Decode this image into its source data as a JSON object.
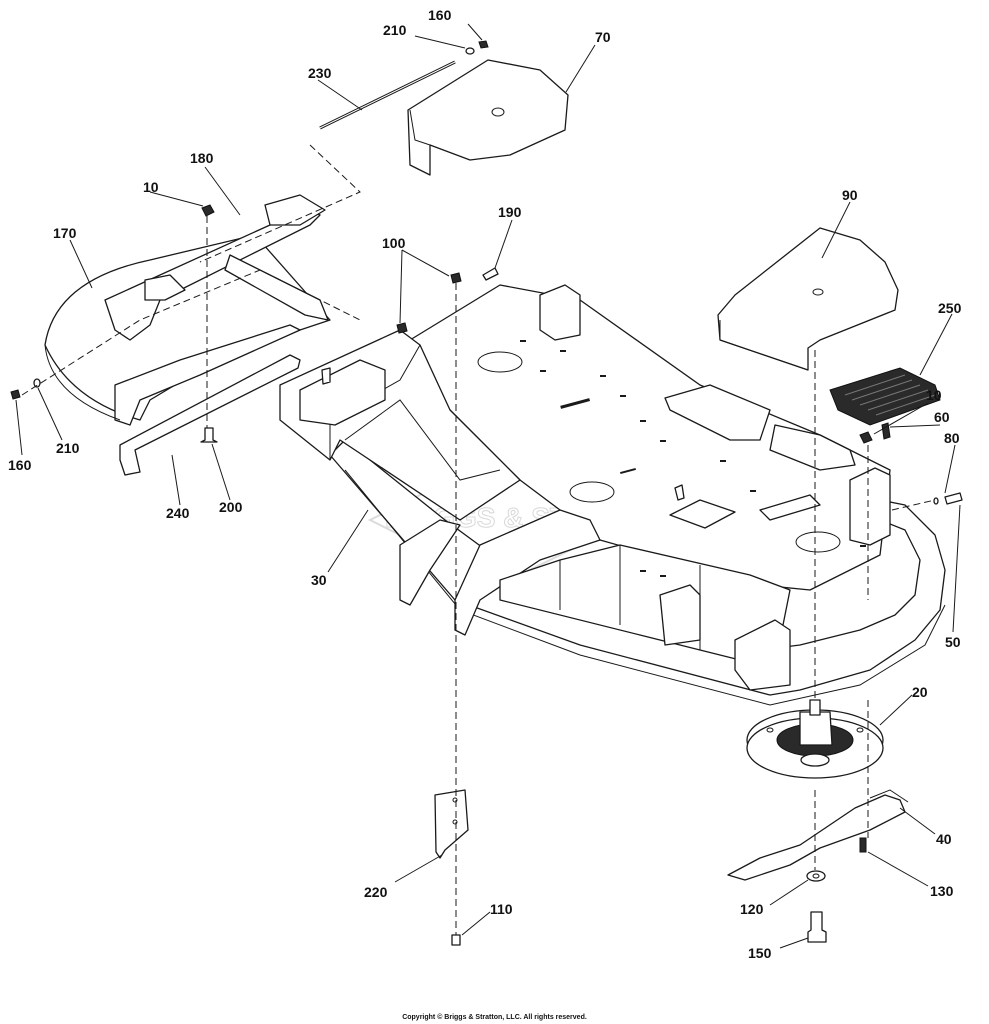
{
  "callouts": {
    "c160a": "160",
    "c210a": "210",
    "c70": "70",
    "c230": "230",
    "c180": "180",
    "c10a": "10",
    "c170": "170",
    "c100": "100",
    "c190": "190",
    "c90": "90",
    "c250": "250",
    "c10b": "10",
    "c60": "60",
    "c80": "80",
    "c160b": "160",
    "c210b": "210",
    "c240": "240",
    "c200": "200",
    "c30": "30",
    "c50": "50",
    "c20": "20",
    "c40": "40",
    "c220": "220",
    "c130": "130",
    "c110": "110",
    "c120": "120",
    "c150": "150"
  },
  "watermark": "BRIGGS & STRATTON",
  "copyright": "Copyright © Briggs & Stratton, LLC. All rights reserved."
}
